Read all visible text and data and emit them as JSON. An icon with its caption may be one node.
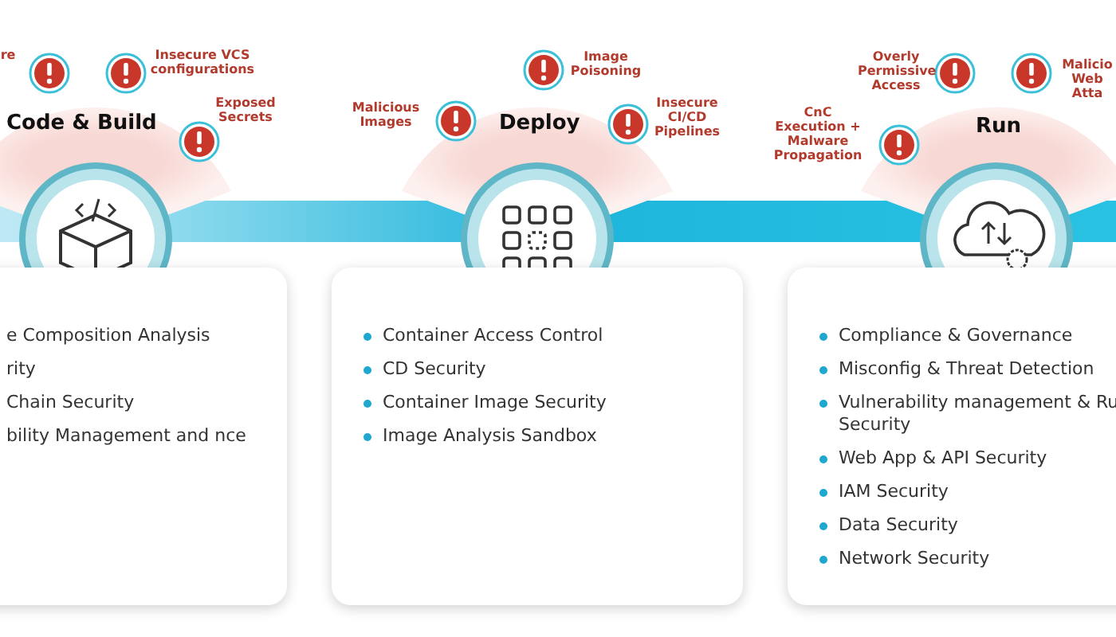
{
  "diagram": {
    "nodes": [
      {
        "text": [
          "Code & Build"
        ]
      },
      {
        "text": [
          "e Composition Analysis",
          "rity",
          "Chain Security",
          "bility Management and nce"
        ]
      },
      {
        "text": [
          "re"
        ]
      },
      {
        "text": [
          "Insecure VCS configurations"
        ]
      },
      {
        "text": [
          "Exposed Secrets"
        ]
      },
      {
        "text": [
          "Deploy"
        ]
      },
      {
        "text": [
          "Container Access Control",
          "CD Security",
          "Container Image Security",
          "Image Analysis Sandbox"
        ]
      },
      {
        "text": [
          "Malicious Images"
        ]
      },
      {
        "text": [
          "Image Poisoning"
        ]
      },
      {
        "text": [
          "Insecure CI/CD Pipelines"
        ]
      },
      {
        "text": [
          "Run"
        ]
      },
      {
        "text": [
          "Compliance & Governance",
          "Misconfig & Threat Detection",
          "Vulnerability management & Ru Security",
          "Web App & API Security",
          "IAM Security",
          "Data Security",
          "Network Security"
        ]
      },
      {
        "text": [
          "CnC Execution + Malware Propagation"
        ]
      },
      {
        "text": [
          "Overly Permissive Access"
        ]
      },
      {
        "text": [
          "Malicio Web Atta"
        ]
      },
      {
        "text": [],
        "shape": "bar"
      }
    ]
  }
}
